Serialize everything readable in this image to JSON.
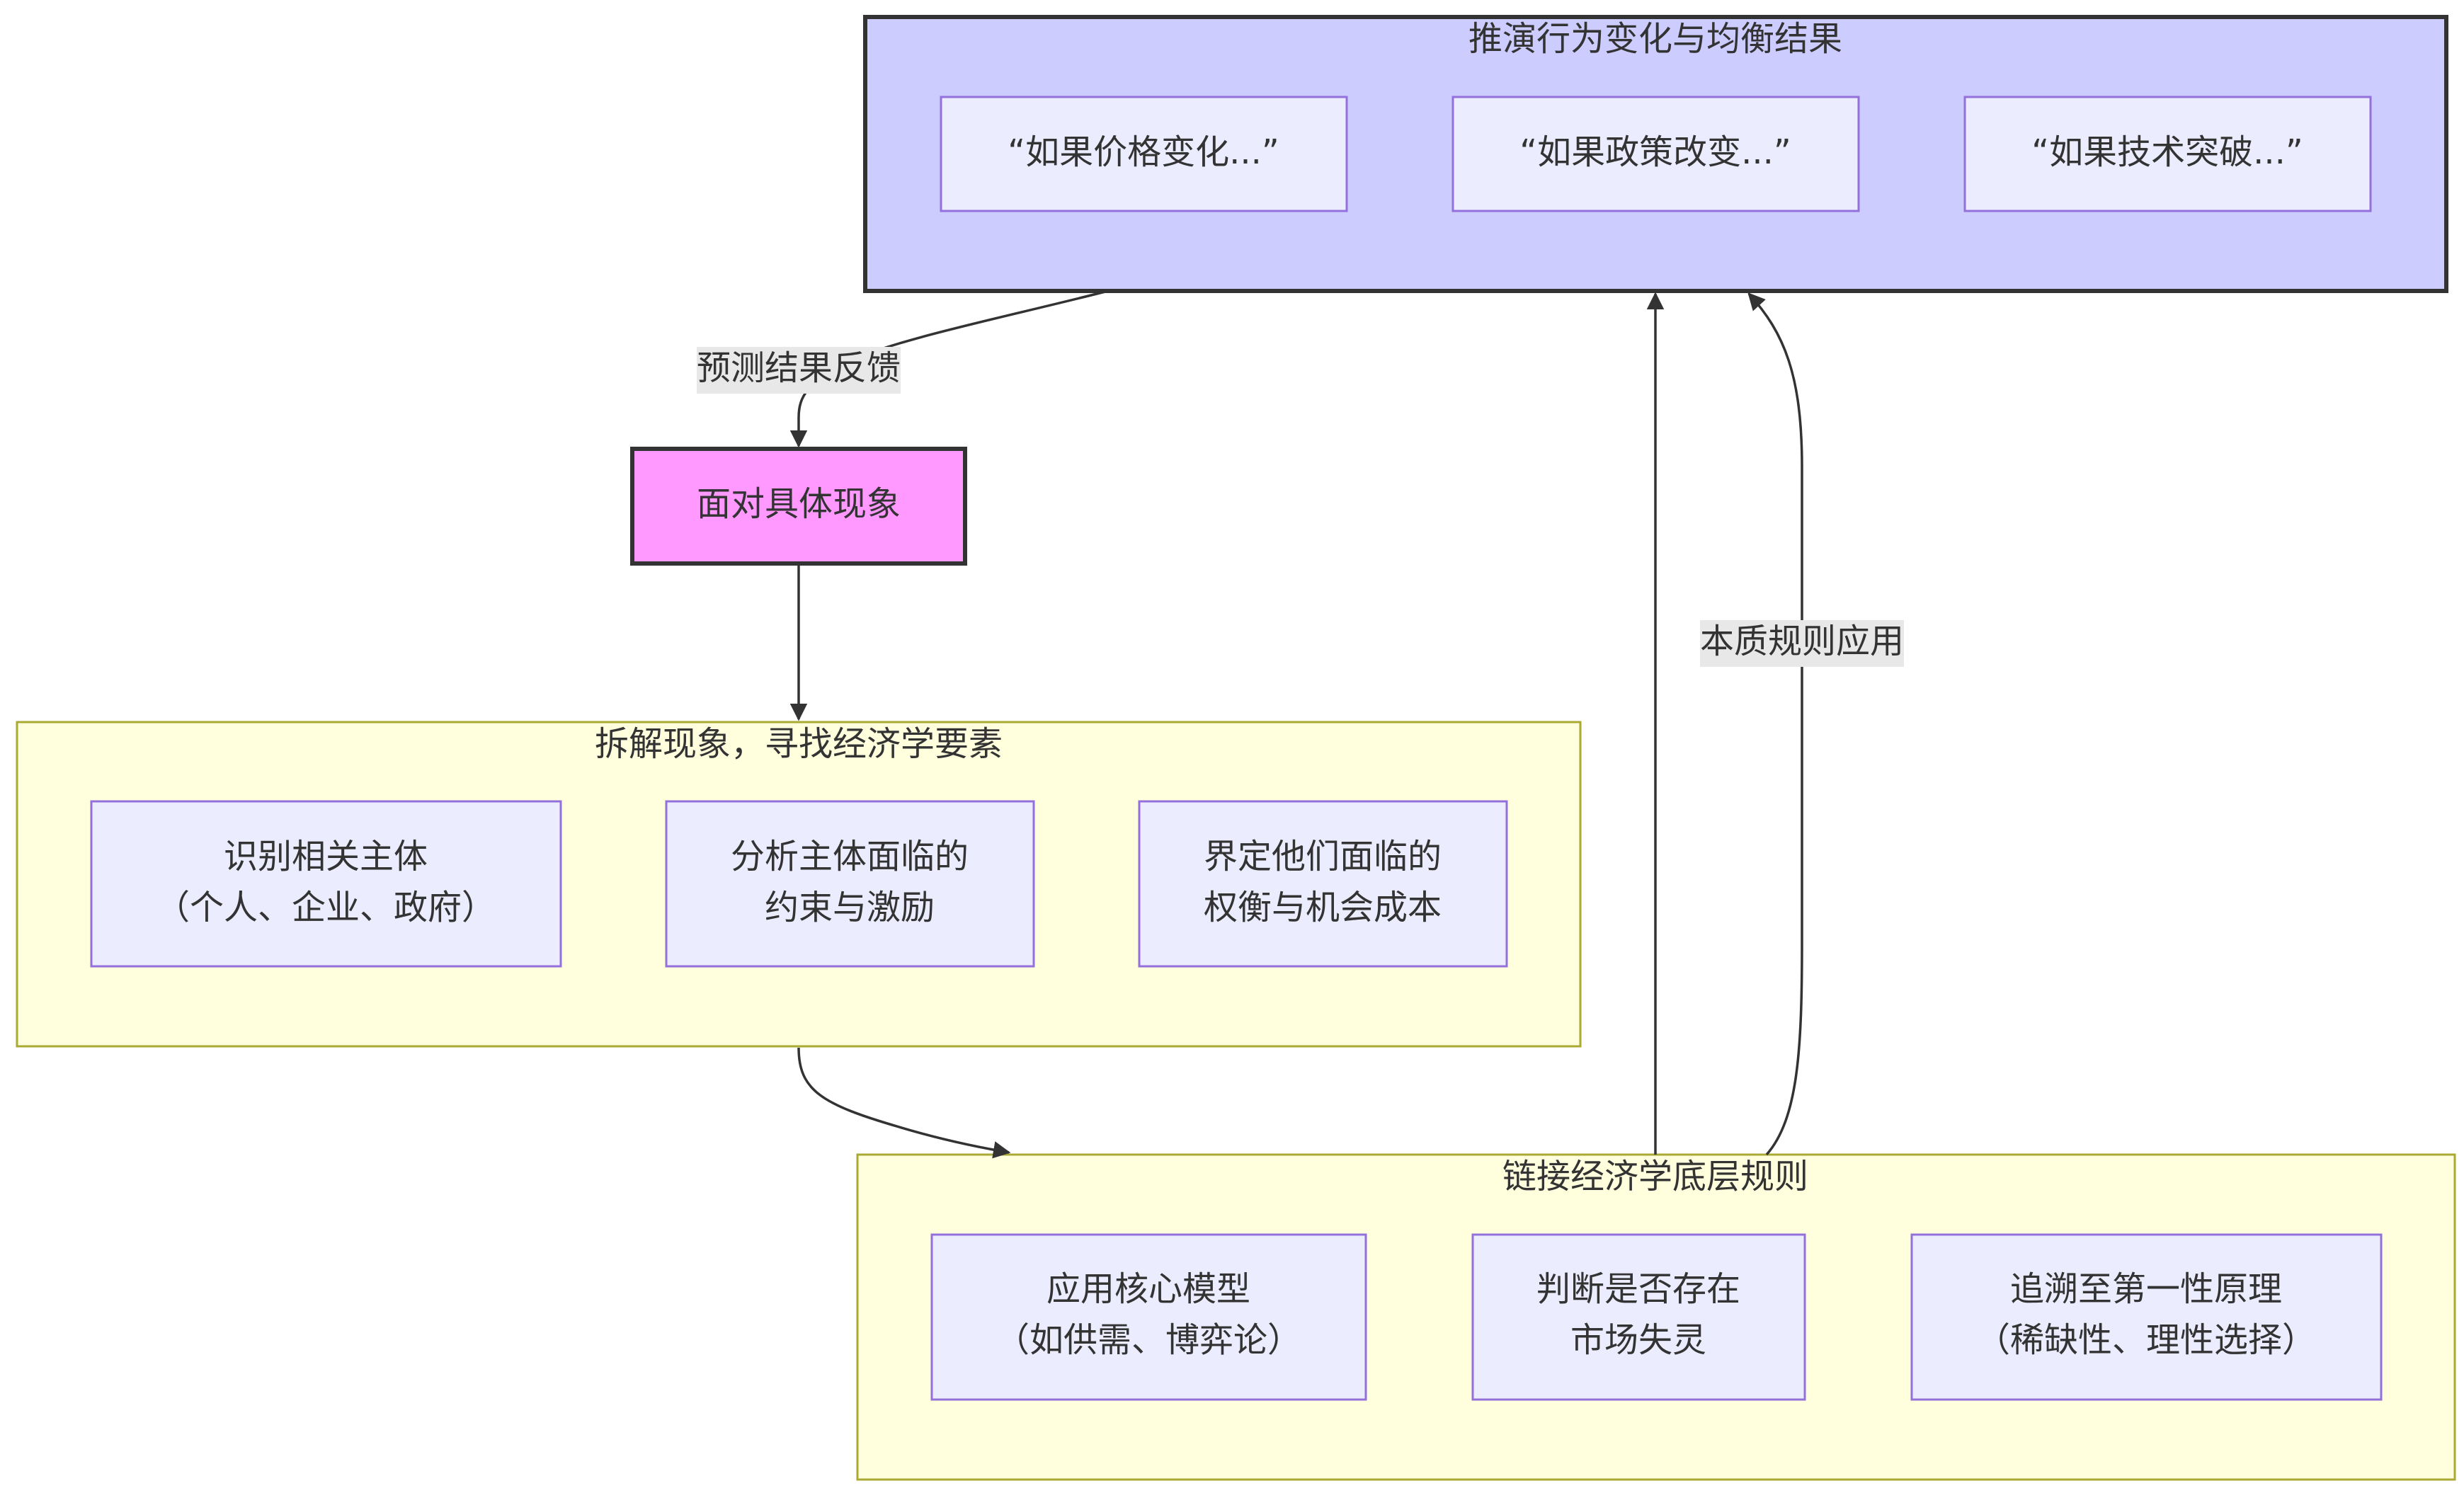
{
  "groups": {
    "predict": {
      "title": "推演行为变化与均衡结果",
      "items": [
        "“如果价格变化...”",
        "“如果政策改变...”",
        "“如果技术突破...”"
      ]
    },
    "decompose": {
      "title": "拆解现象，寻找经济学要素",
      "items": [
        [
          "识别相关主体",
          "（个人、企业、政府）"
        ],
        [
          "分析主体面临的",
          "约束与激励"
        ],
        [
          "界定他们面临的",
          "权衡与机会成本"
        ]
      ]
    },
    "link": {
      "title": "链接经济学底层规则",
      "items": [
        [
          "应用核心模型",
          "（如供需、博弈论）"
        ],
        [
          "判断是否存在",
          "市场失灵"
        ],
        [
          "追溯至第一性原理",
          "（稀缺性、理性选择）"
        ]
      ]
    }
  },
  "start_node": "面对具体现象",
  "edge_labels": {
    "feedback": "预测结果反馈",
    "apply": "本质规则应用"
  },
  "colors": {
    "predict_fill": "#ccccff",
    "decompose_fill": "#ffffde",
    "link_fill": "#ffffde",
    "node_fill": "#ececff",
    "node_stroke": "#9370db",
    "start_fill": "#ff99ff",
    "group_stroke_yellow": "#aaaa33",
    "dark_stroke": "#333333"
  }
}
